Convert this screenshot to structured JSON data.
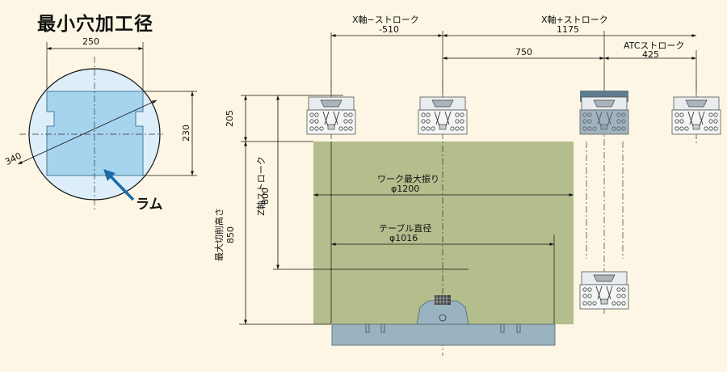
{
  "title": "最小穴加工径",
  "inset": {
    "width_label": "250",
    "height_label": "230",
    "diameter_label": "340",
    "ram_label": "ラム"
  },
  "main": {
    "x_minus": {
      "title": "X軸−ストローク",
      "value": "-510"
    },
    "x_plus": {
      "title": "X軸+ストローク",
      "value": "1175"
    },
    "dim_750": "750",
    "atc": {
      "title": "ATCストローク",
      "value": "425"
    },
    "dim_205": "205",
    "z_stroke": {
      "title": "Z軸ストローク",
      "value": "800"
    },
    "max_cut_height": {
      "title": "最大切削高さ",
      "value": "850"
    },
    "work_swing": {
      "title": "ワーク最大振り",
      "value": "φ1200"
    },
    "table_dia": {
      "title": "テーブル直径",
      "value": "φ1016"
    }
  },
  "colors": {
    "background": "#fdf6e4",
    "inset_circle": "#dbeef9",
    "ram_block": "#a6d3ee",
    "work_area": "#b4bd8c",
    "table": "#9ab3c1",
    "head_gray": "#5f7b8e",
    "arrow_blue": "#1b6aa8"
  }
}
